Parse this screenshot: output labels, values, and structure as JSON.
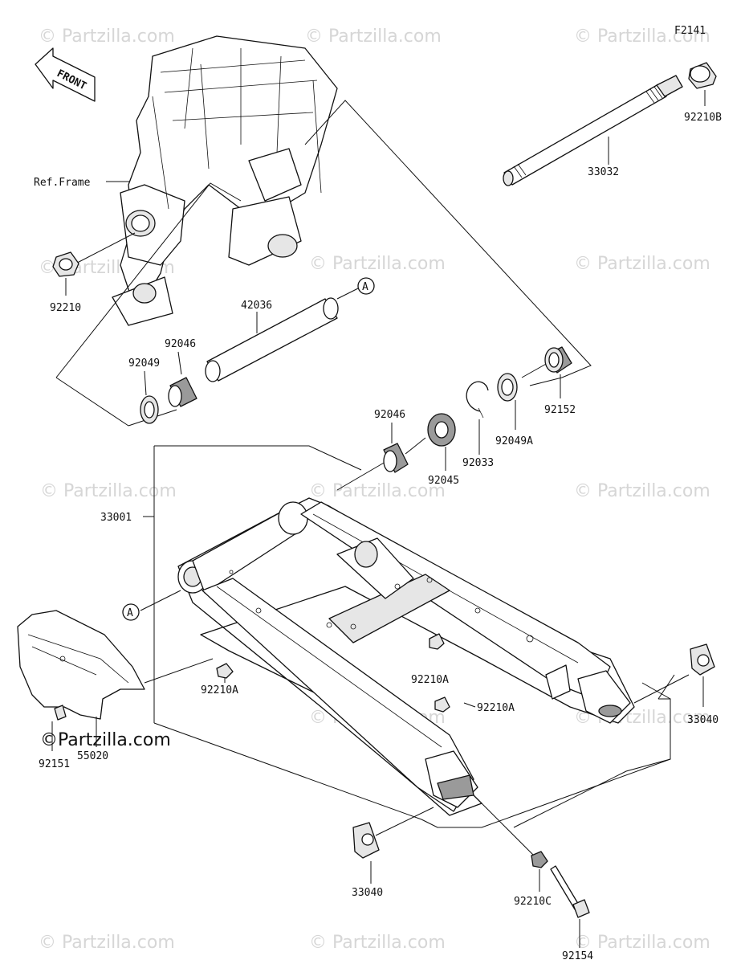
{
  "diagram_code": "F2141",
  "front_label": "FRONT",
  "frame_ref_label": "Ref.Frame",
  "callout_a": "A",
  "watermark": "© Partzilla.com",
  "watermark_bold": "©Partzilla.com",
  "parts": {
    "p92210B": "92210B",
    "p33032": "33032",
    "p92210": "92210",
    "p42036": "42036",
    "p92046_upper": "92046",
    "p92049": "92049",
    "p92152": "92152",
    "p92049A": "92049A",
    "p92033": "92033",
    "p92046_lower": "92046",
    "p92045": "92045",
    "p33001": "33001",
    "p92210A_left": "92210A",
    "p92210A_center": "92210A",
    "p92210A_right": "92210A",
    "p33040_right": "33040",
    "p33040_bottom": "33040",
    "p92151": "92151",
    "p55020": "55020",
    "p92210C": "92210C",
    "p92154": "92154"
  }
}
